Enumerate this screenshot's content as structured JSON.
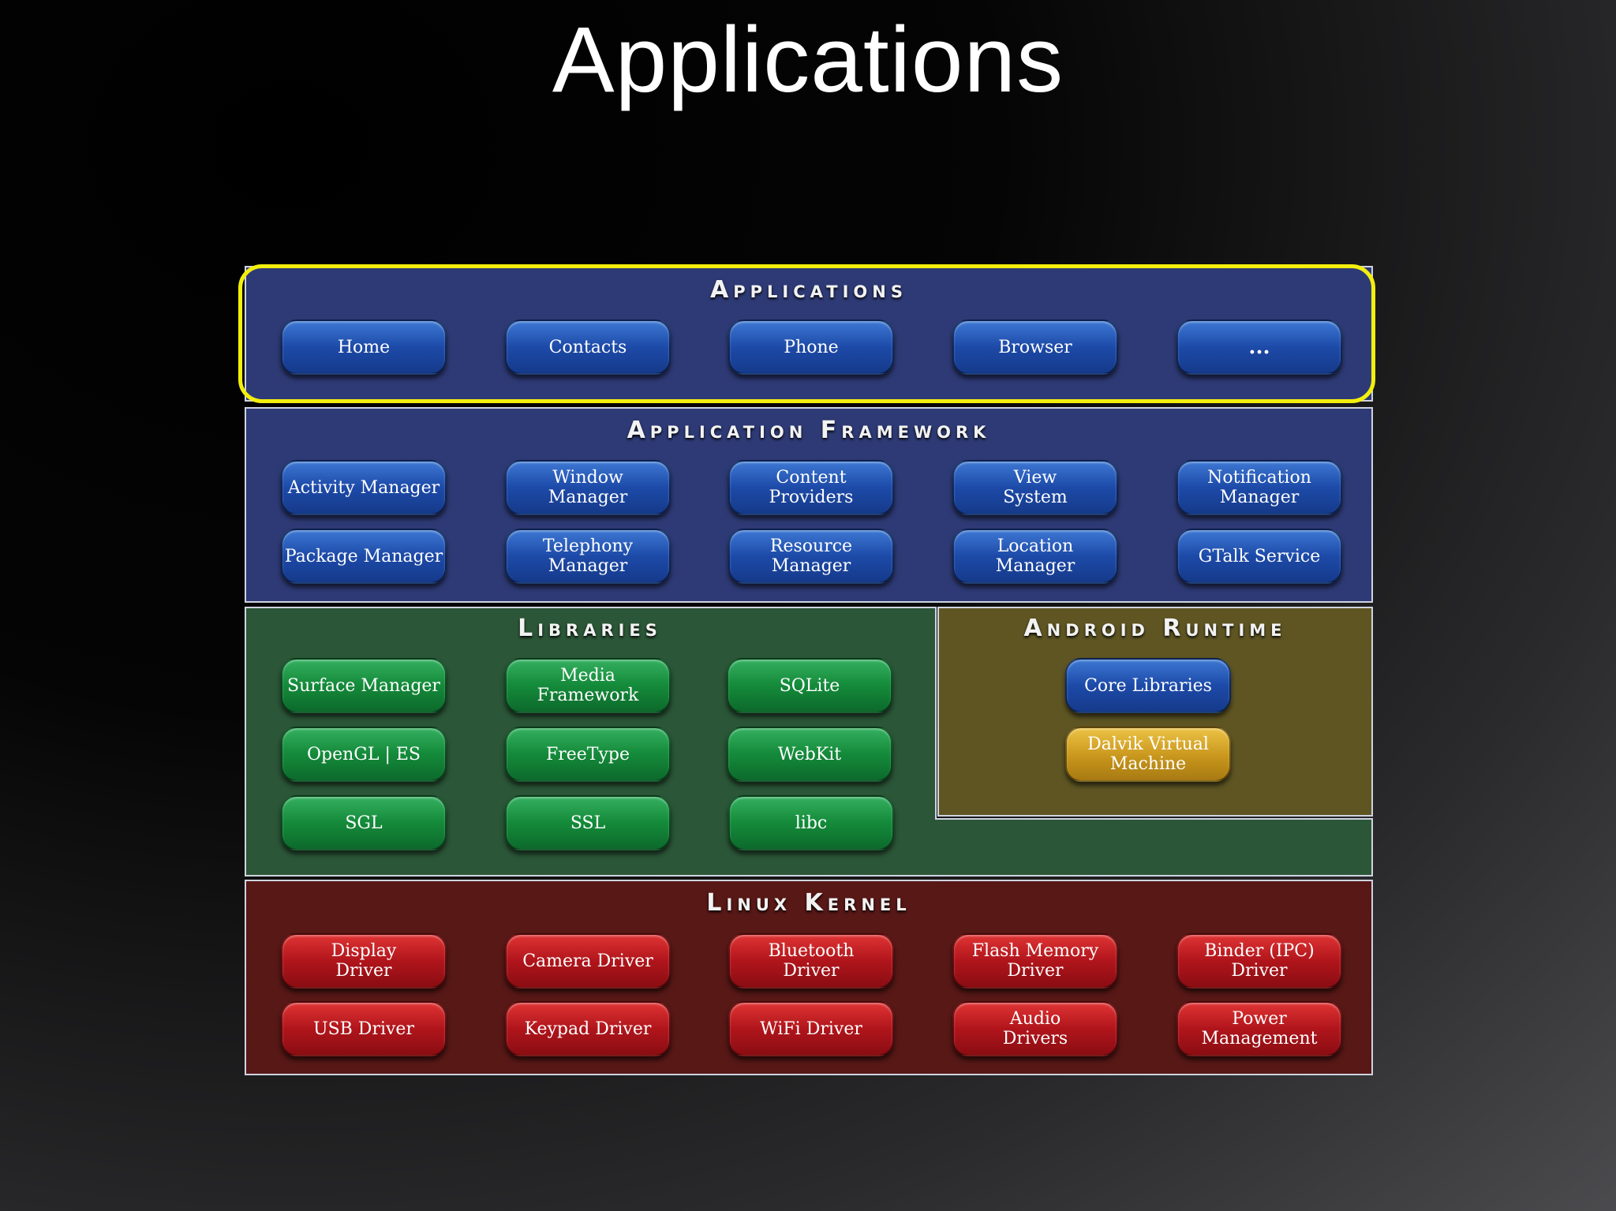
{
  "slide": {
    "title": "Applications"
  },
  "diagram": {
    "applications": {
      "title": "Applications",
      "items": [
        "Home",
        "Contacts",
        "Phone",
        "Browser",
        "..."
      ]
    },
    "framework": {
      "title": "Application Framework",
      "items": [
        "Activity Manager",
        "Window\nManager",
        "Content\nProviders",
        "View\nSystem",
        "Notification\nManager",
        "Package Manager",
        "Telephony\nManager",
        "Resource\nManager",
        "Location\nManager",
        "GTalk Service"
      ]
    },
    "libraries": {
      "title": "Libraries",
      "items": [
        "Surface Manager",
        "Media\nFramework",
        "SQLite",
        "OpenGL | ES",
        "FreeType",
        "WebKit",
        "SGL",
        "SSL",
        "libc"
      ]
    },
    "runtime": {
      "title": "Android Runtime",
      "items": [
        "Core Libraries",
        "Dalvik Virtual\nMachine"
      ]
    },
    "kernel": {
      "title": "Linux Kernel",
      "items": [
        "Display\nDriver",
        "Camera Driver",
        "Bluetooth\nDriver",
        "Flash Memory\nDriver",
        "Binder (IPC)\nDriver",
        "USB Driver",
        "Keypad Driver",
        "WiFi Driver",
        "Audio\nDrivers",
        "Power\nManagement"
      ]
    },
    "colors": {
      "applications_layer": "#2e3a75",
      "libraries_layer": "#2b5637",
      "runtime_layer": "#5e5523",
      "kernel_layer": "#571816",
      "highlight": "#f3ef0d",
      "blue_component": "#1d4aa8",
      "green_component": "#148a3a",
      "red_component": "#b0151b",
      "gold_component": "#c8961c"
    }
  }
}
